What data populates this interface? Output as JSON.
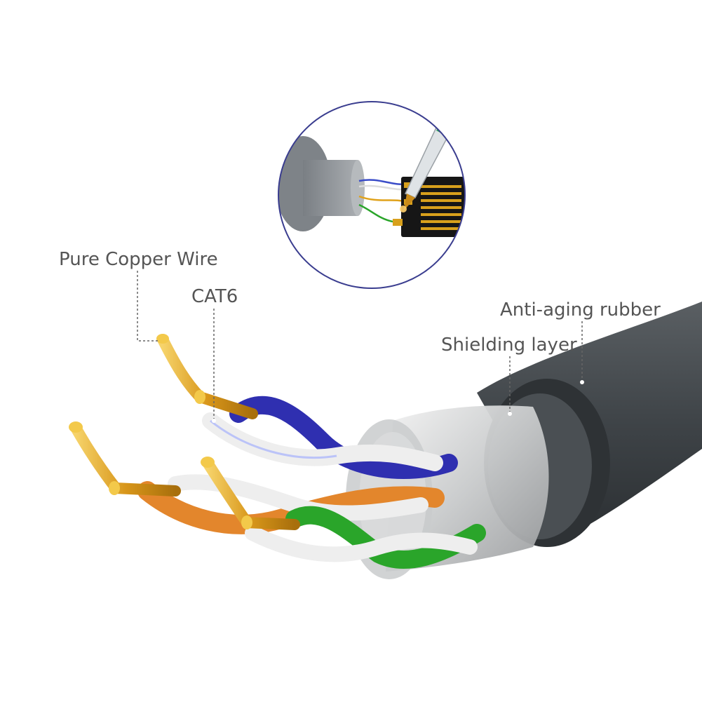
{
  "labels": {
    "pure_copper_wire": "Pure Copper Wire",
    "cat6": "CAT6",
    "anti_aging_rubber": "Anti-aging rubber",
    "shielding_layer": "Shielding layer"
  },
  "colors": {
    "label_text": "#555555",
    "inset_ring": "#3a3d8f",
    "outer_jacket": "#3f4448",
    "shield_foil": "#c8cacb",
    "copper": "#e0a21b",
    "pair_blue": "#2f2fb0",
    "pair_orange": "#e3862c",
    "pair_green": "#2aa52a",
    "pair_white": "#eeeeee"
  },
  "icons": [
    "cable-cross-section-illustration",
    "connector-inset-illustration"
  ]
}
